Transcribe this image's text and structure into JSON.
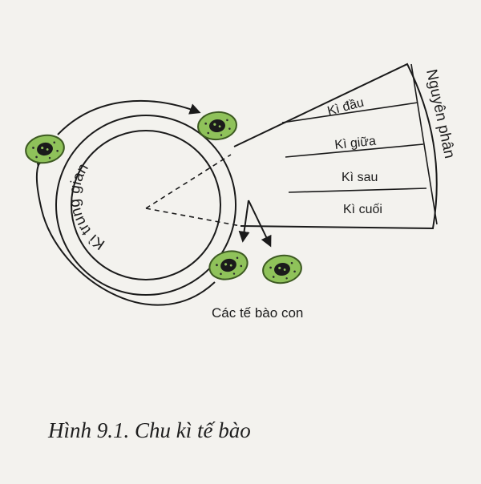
{
  "diagram": {
    "interphase_label": "Kì trung gian",
    "mitosis_label": "Nguyên phân",
    "phases": [
      "Kì đầu",
      "Kì giữa",
      "Kì sau",
      "Kì cuối"
    ],
    "daughter_cells_label": "Các tế bào con"
  },
  "caption": "Hình 9.1. Chu kì tế bào",
  "colors": {
    "cell_fill": "#8fc25a",
    "cell_stroke": "#3d5a22",
    "nucleus": "#1b1b1b",
    "line": "#1a1a1a"
  }
}
